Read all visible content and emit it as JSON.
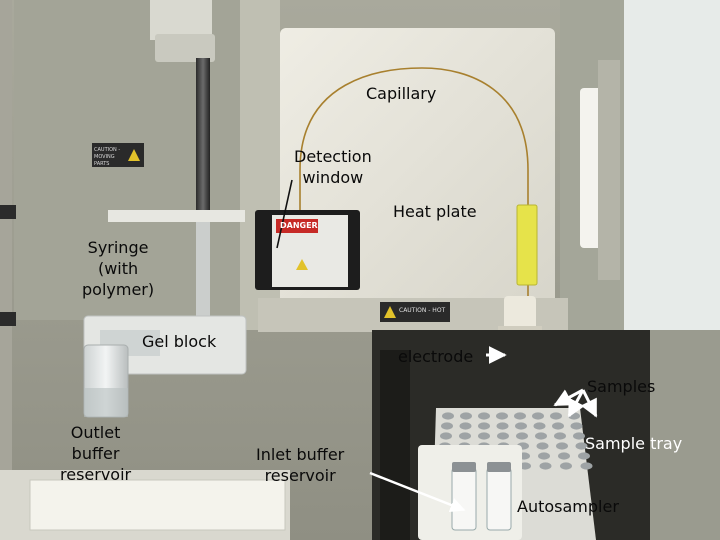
{
  "labels": {
    "capillary": "Capillary",
    "detection_window": "Detection\nwindow",
    "heat_plate": "Heat plate",
    "syringe": "Syringe\n(with\npolymer)",
    "gel_block": "Gel block",
    "electrode": "electrode",
    "samples": "Samples",
    "outlet_buffer": "Outlet\nbuffer\nreservoir",
    "inlet_buffer": "Inlet buffer\nreservoir",
    "sample_tray": "Sample tray",
    "autosampler": "Autosampler"
  },
  "signs": {
    "danger": "DANGER",
    "caution_hot": "CAUTION - HOT",
    "caution_moving": "CAUTION - MOVING PARTS"
  },
  "colors": {
    "panel_white": "#e9e7dc",
    "instrument_grey": "#bdbbb0",
    "annotation_arrow": "#ffffff",
    "heat_plate_yellow": "#e6e34a",
    "danger_red": "#c62a26"
  }
}
